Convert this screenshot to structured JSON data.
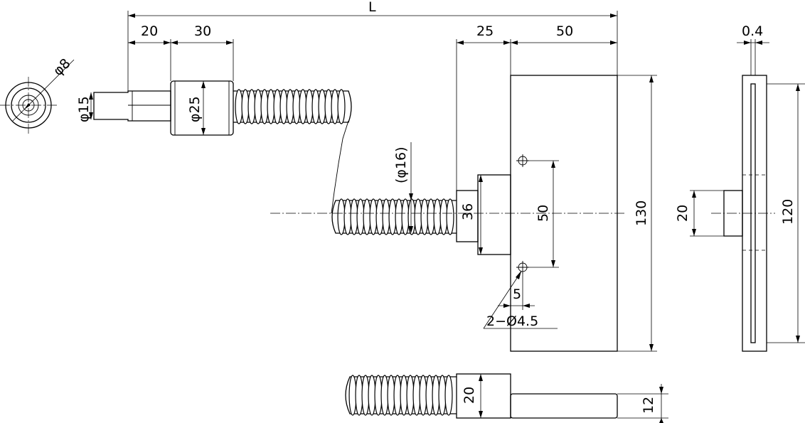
{
  "dimensions": {
    "overall_length": "L",
    "shaft_len_1": "20",
    "shaft_len_2": "30",
    "plate_offset": "25",
    "plate_half": "50",
    "pin_dia": "φ8",
    "shaft_dia": "φ15",
    "collar_dia": "φ25",
    "thread_dia": "(φ16)",
    "boss_height": "36",
    "hole_pitch": "50",
    "plate_height": "130",
    "hole_offset": "5",
    "holes": "2−Ø4.5",
    "plate_thickness": "0.4",
    "side_boss": "20",
    "side_height": "120",
    "bottom_boss": "20",
    "bottom_thick": "12"
  }
}
